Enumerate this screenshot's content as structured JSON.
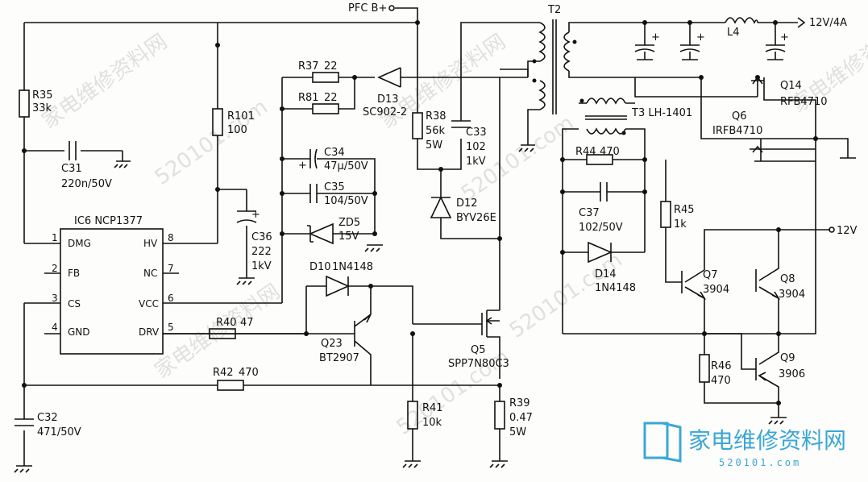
{
  "nets": {
    "pfc": "PFC B+",
    "out12v4a": "12V/4A",
    "v12": "12V"
  },
  "ic": {
    "ref": "IC6 NCP1377",
    "pins": {
      "p1": "1",
      "p2": "2",
      "p3": "3",
      "p4": "4",
      "p5": "5",
      "p6": "6",
      "p7": "7",
      "p8": "8"
    },
    "pin_names": {
      "dmg": "DMG",
      "fb": "FB",
      "cs": "CS",
      "gnd": "GND",
      "drv": "DRV",
      "vcc": "VCC",
      "nc": "NC",
      "hv": "HV"
    }
  },
  "resistors": {
    "r35": [
      "R35",
      "33k"
    ],
    "r101": [
      "R101",
      "100"
    ],
    "r37": [
      "R37",
      "22"
    ],
    "r81": [
      "R81",
      "22"
    ],
    "r38": [
      "R38",
      "56k",
      "5W"
    ],
    "r40": [
      "R40",
      "47"
    ],
    "r42": [
      "R42",
      "470"
    ],
    "r41": [
      "R41",
      "10k"
    ],
    "r39": [
      "R39",
      "0.47",
      "5W"
    ],
    "r44": [
      "R44",
      "470"
    ],
    "r45": [
      "R45",
      "1k"
    ],
    "r46": [
      "R46",
      "470"
    ]
  },
  "caps": {
    "c31": [
      "C31",
      "220n/50V"
    ],
    "c36": [
      "C36",
      "222",
      "1kV"
    ],
    "c34": [
      "C34",
      "47μ/50V"
    ],
    "c35": [
      "C35",
      "104/50V"
    ],
    "c33": [
      "C33",
      "102",
      "1kV"
    ],
    "c32": [
      "C32",
      "471/50V"
    ],
    "c37": [
      "C37",
      "102/50V"
    ]
  },
  "diodes": {
    "d13": [
      "D13",
      "SC902-2"
    ],
    "zd5": [
      "ZD5",
      "15V"
    ],
    "d10": [
      "D10",
      "1N4148"
    ],
    "d12": [
      "D12",
      "BYV26E"
    ],
    "d14": [
      "D14",
      "1N4148"
    ]
  },
  "transistors": {
    "q23": [
      "Q23",
      "BT2907"
    ],
    "q5": [
      "Q5",
      "SPP7N80C3"
    ],
    "q14": [
      "Q14",
      "RFB4710"
    ],
    "q6": [
      "Q6",
      "IRFB4710"
    ],
    "q7": [
      "Q7",
      "3904"
    ],
    "q8": [
      "Q8",
      "3904"
    ],
    "q9": [
      "Q9",
      "3906"
    ]
  },
  "magnetics": {
    "t2": "T2",
    "t3": "T3 LH-1401",
    "l4": "L4"
  },
  "watermark": {
    "cn": "家电维修资料网",
    "url": "520101.com",
    "logo_cn": "家电维修资料网",
    "logo_url": "520101.com"
  }
}
